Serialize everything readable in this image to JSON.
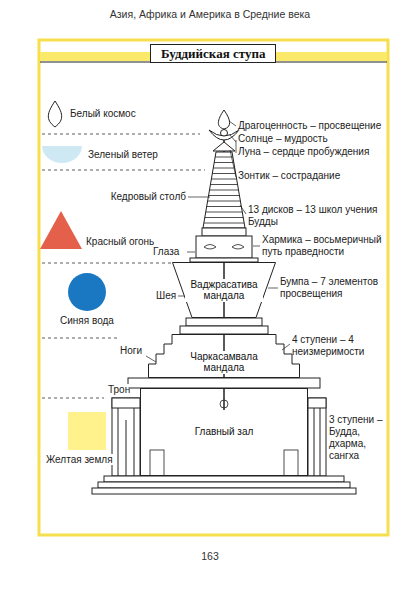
{
  "diagram": {
    "title": "Буддийская ступа",
    "nodes": [
      {
        "text": [
          "Ваджрасатива мандала"
        ]
      },
      {
        "text": [
          "Чаркасамвала мандала"
        ]
      },
      {
        "text": [
          "Главный зал"
        ]
      }
    ],
    "labels": [
      "Азия, Африка и Америка в Средние века",
      "Кедровый столб",
      "Глаза",
      "Шея",
      "Ноги",
      "Трон",
      "Драгоценность – просвещение",
      "Солнце – мудрость",
      "Луна – сердце пробуждения",
      "Зонтик – сострадание",
      "13 дисков – 13 школ учения Будды",
      "Хармика – восьмеричный путь праведности",
      "Бумпа – 7 элементов просвещения",
      "4 ступени – 4 неизмеримости",
      "3 ступени – Будда, дхарма, сангха",
      "163"
    ],
    "legend": [
      {
        "text": "Белый космос",
        "color": "#ffffff"
      },
      {
        "text": "Зеленый ветер",
        "color": "#cfe9f4"
      },
      {
        "text": "Красный огонь",
        "color": "#e5604a"
      },
      {
        "text": "Синяя вода",
        "color": "#1a78c2"
      },
      {
        "text": "Желтая земля",
        "color": "#fff18c"
      }
    ]
  }
}
